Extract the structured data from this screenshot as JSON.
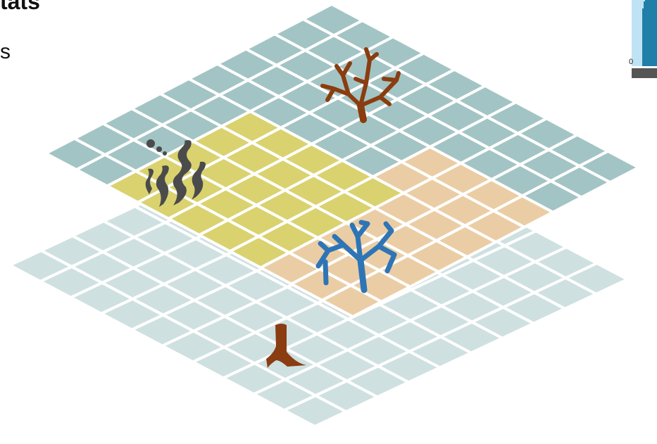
{
  "slide": {
    "title_fragment": "tats",
    "text_fragment": "s"
  },
  "thumbnail": {
    "tick_label": "0"
  },
  "colors": {
    "bottom_layer": "#cfe0e0",
    "top_layer_teal": "#a3c4c4",
    "region_yellow": "#d9d26f",
    "region_orange": "#ebcda5",
    "grid_line": "#ffffff",
    "brown_coral": "#8a3d10",
    "blue_coral": "#2e75b6",
    "dark_kelp": "#4b4b4b",
    "thumb_bg": "#bfe3f5",
    "thumb_bars": "#1f7fa8"
  },
  "icons": {
    "top": "branching-coral-icon",
    "middle": "blue-coral-icon",
    "left": "kelp-icon",
    "bottom": "tree-trunk-icon"
  }
}
